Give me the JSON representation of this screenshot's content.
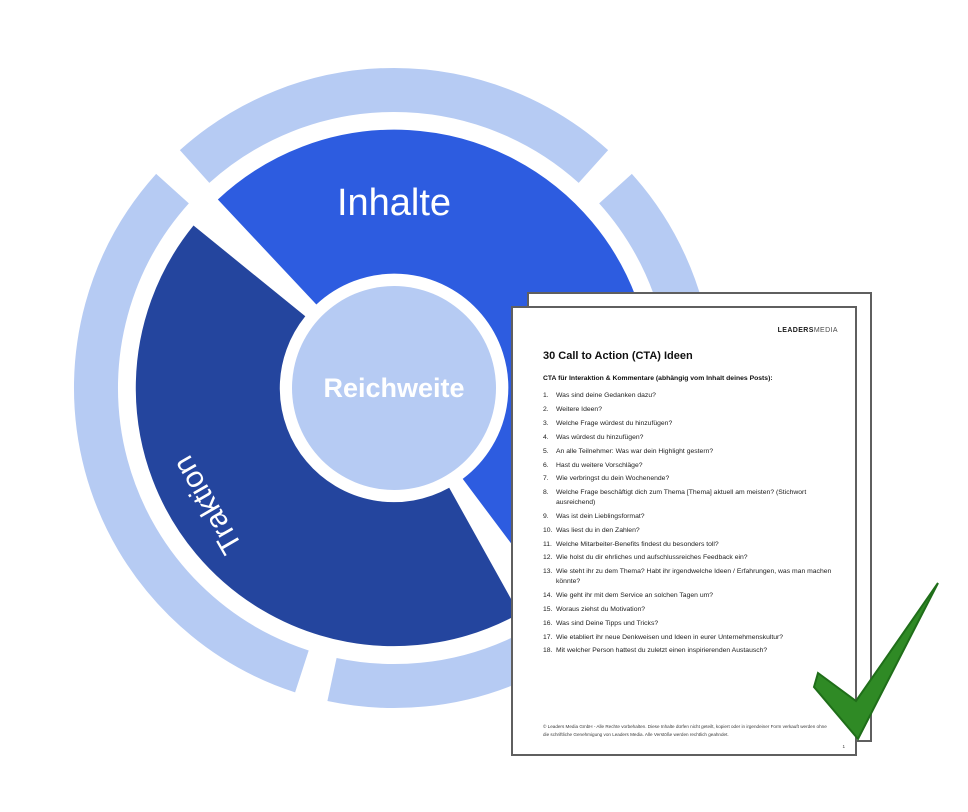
{
  "colors": {
    "ring-light": "#b6cbf3",
    "segment-inhalte": "#2d5ce0",
    "segment-traktion": "#24459e",
    "check-green": "#2f8a25"
  },
  "diagram": {
    "segments": {
      "inhalte": "Inhalte",
      "traktion": "Traktion",
      "center": "Reichweite"
    }
  },
  "document": {
    "brand_bold": "LEADERS",
    "brand_light": "MEDIA",
    "title": "30 Call to Action (CTA) Ideen",
    "intro": "CTA für Interaktion & Kommentare (abhängig vom Inhalt deines Posts):",
    "items": [
      {
        "n": "1.",
        "text": "Was sind deine Gedanken dazu?"
      },
      {
        "n": "2.",
        "text": "Weitere Ideen?"
      },
      {
        "n": "3.",
        "text": "Welche Frage würdest du hinzufügen?"
      },
      {
        "n": "4.",
        "text": "Was würdest du hinzufügen?"
      },
      {
        "n": "5.",
        "text": "An alle Teilnehmer: Was war dein Highlight gestern?"
      },
      {
        "n": "6.",
        "text": "Hast du weitere Vorschläge?"
      },
      {
        "n": "7.",
        "text": "Wie verbringst du dein Wochenende?"
      },
      {
        "n": "8.",
        "text": "Welche Frage beschäftigt dich zum Thema [Thema] aktuell am meisten? (Stichwort ausreichend)"
      },
      {
        "n": "9.",
        "text": "Was ist dein Lieblingsformat?"
      },
      {
        "n": "10.",
        "text": "Was liest du in den Zahlen?"
      },
      {
        "n": "11.",
        "text": "Welche Mitarbeiter-Benefits findest du besonders toll?"
      },
      {
        "n": "12.",
        "text": "Wie holst du dir ehrliches und aufschlussreiches Feedback ein?"
      },
      {
        "n": "13.",
        "text": "Wie steht ihr zu dem Thema? Habt ihr irgendwelche Ideen / Erfahrungen, was man machen könnte?"
      },
      {
        "n": "14.",
        "text": "Wie geht ihr mit dem Service an solchen Tagen um?"
      },
      {
        "n": "15.",
        "text": "Woraus ziehst du Motivation?"
      },
      {
        "n": "16.",
        "text": "Was sind Deine Tipps und Tricks?"
      },
      {
        "n": "17.",
        "text": "Wie etabliert ihr neue Denkweisen und Ideen in eurer Unternehmenskultur?"
      },
      {
        "n": "18.",
        "text": "Mit welcher Person hattest du zuletzt einen inspirierenden Austausch?"
      }
    ],
    "footer": "© Leaders Media GmbH - Alle Rechte vorbehalten. Diese Inhalte dürfen nicht geteilt, kopiert oder in irgendeiner Form verkauft werden ohne die schriftliche Genehmigung von Leaders Media. Alle Verstöße werden rechtlich geahndet.",
    "page_number": "1"
  }
}
